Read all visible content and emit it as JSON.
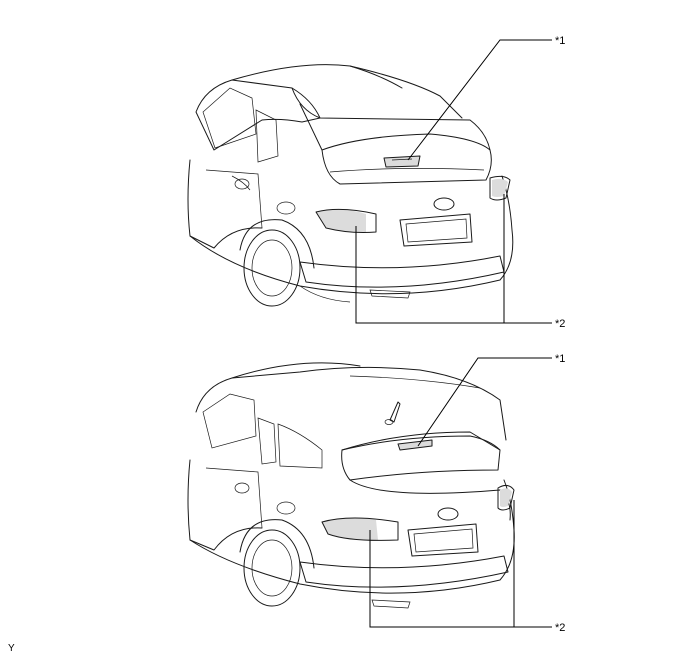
{
  "callouts": {
    "top_high_mount_stop_light": "*1",
    "top_rear_combination_lights": "*2",
    "bottom_high_mount_stop_light": "*1",
    "bottom_rear_combination_lights": "*2"
  },
  "figure_code": "Y",
  "colors": {
    "line": "#1a1a1a",
    "background": "#ffffff"
  }
}
